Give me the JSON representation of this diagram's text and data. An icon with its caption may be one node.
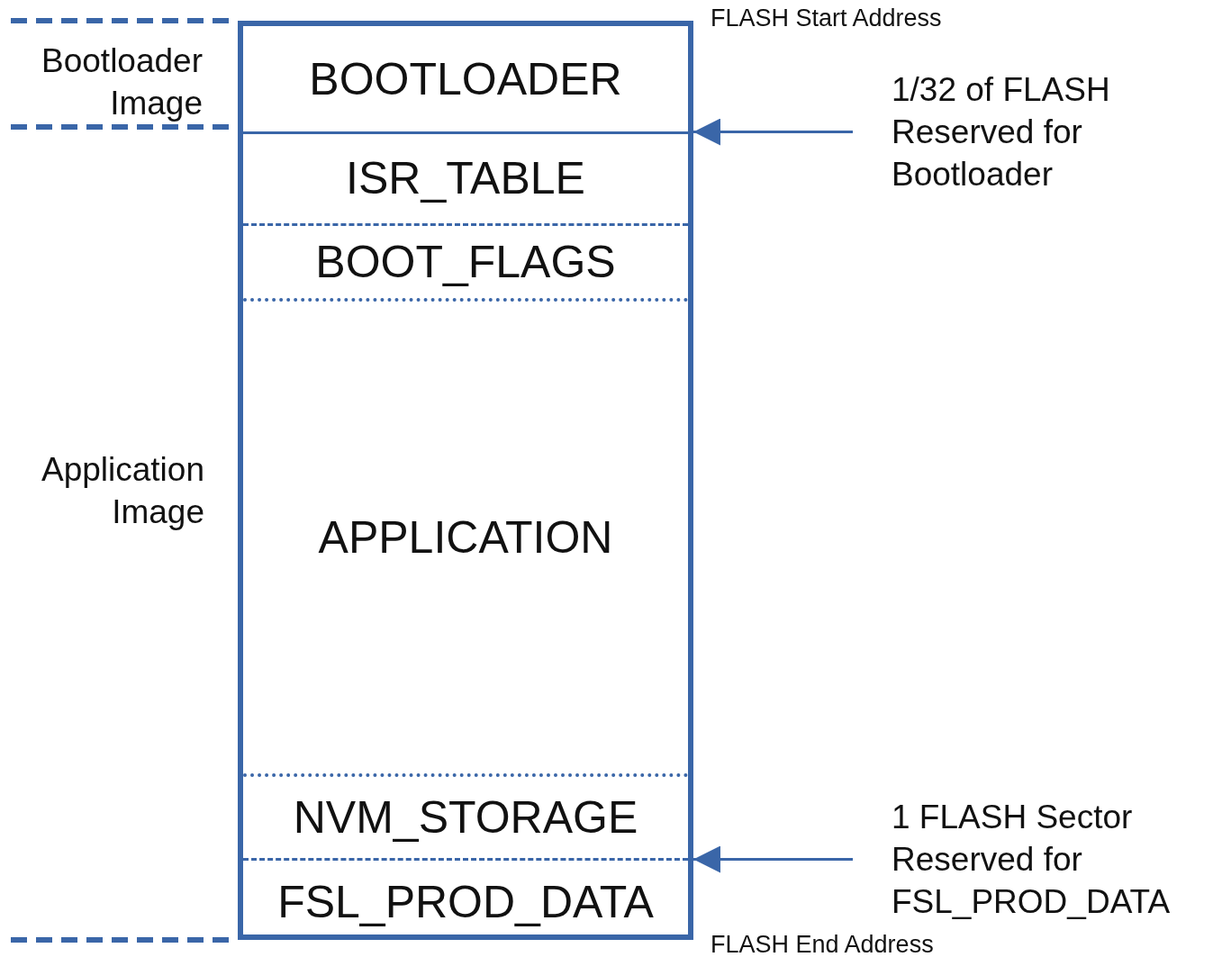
{
  "diagram": {
    "nodes": [
      {
        "text": [],
        "shape": "box"
      },
      {
        "text": [
          "BOOTLOADER"
        ],
        "in": 0
      },
      {
        "text": [
          "ISR_TABLE"
        ],
        "in": 0
      },
      {
        "text": [
          "BOOT_FLAGS"
        ],
        "in": 0
      },
      {
        "text": [
          "APPLICATION"
        ],
        "in": 0
      },
      {
        "text": [
          "NVM_STORAGE"
        ],
        "in": 0
      },
      {
        "text": [
          "FSL_PROD_DATA"
        ],
        "in": 0
      },
      {
        "text": [
          "1/32 of FLASH Reserved for Bootloader"
        ]
      },
      {
        "text": [
          "1 FLASH Sector Reserved for FSL_PROD_DATA"
        ]
      }
    ],
    "edges": [
      {
        "from": 7,
        "to": 0,
        "arrow": "to"
      },
      {
        "from": 8,
        "to": 0,
        "arrow": "to"
      }
    ],
    "labels": [
      "FLASH Start Address",
      "Bootloader Image",
      "Application Image",
      "FLASH End Address"
    ]
  }
}
